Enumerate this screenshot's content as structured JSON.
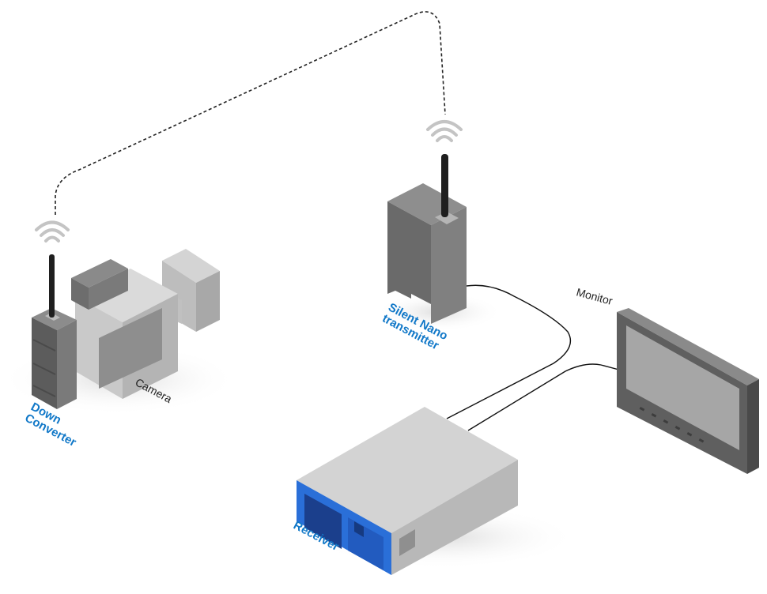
{
  "labels": {
    "down_converter_line1": "Down",
    "down_converter_line2": "Converter",
    "camera": "Camera",
    "transmitter_line1": "Silent Nano",
    "transmitter_line2": "transmitter",
    "monitor": "Monitor",
    "receiver": "Receiver"
  },
  "colors": {
    "accent": "#1178c8",
    "receiver_panel": "#2a6fd8",
    "device_gray": "#8c8c8c",
    "light_gray": "#c8c8c8",
    "dark_gray": "#5a5a5a"
  },
  "icons": {
    "wireless_signal": "wifi-arc-icon",
    "antenna": "antenna-icon"
  }
}
